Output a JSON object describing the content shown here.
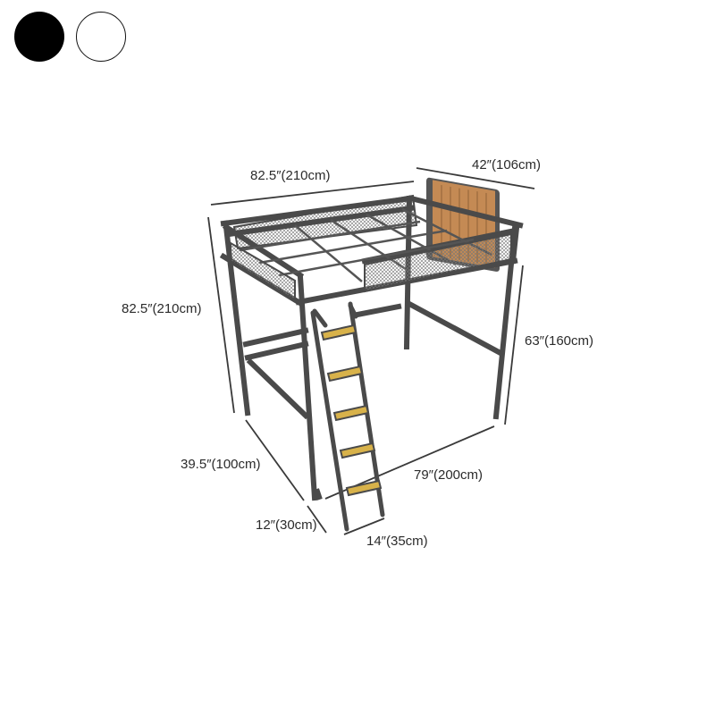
{
  "color_options": [
    {
      "name": "Black",
      "hex": "#000000"
    },
    {
      "name": "White",
      "hex": "#ffffff"
    }
  ],
  "product": {
    "frame_color": "#4a4a4a",
    "headboard_color": "#c48a54",
    "step_color": "#d8b24a"
  },
  "dimensions": {
    "top_length": "82.5″(210cm)",
    "top_width": "42″(106cm)",
    "total_height": "82.5″(210cm)",
    "underbed_height": "63″(160cm)",
    "base_width": "39.5″(100cm)",
    "base_length": "79″(200cm)",
    "ladder_depth": "12″(30cm)",
    "ladder_width": "14″(35cm)"
  }
}
